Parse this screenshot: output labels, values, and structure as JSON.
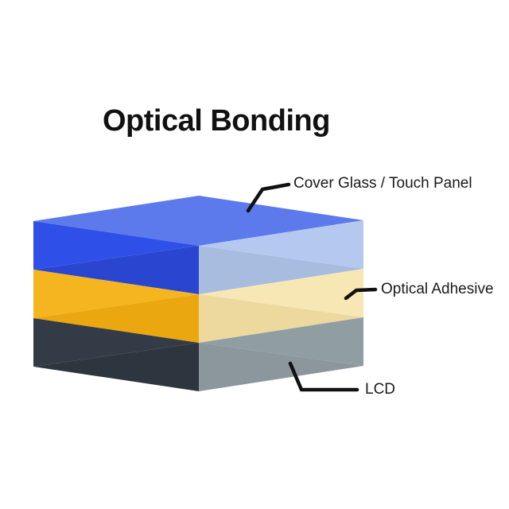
{
  "title": "Optical Bonding",
  "background": "#ffffff",
  "text_color": "#1a1a1a",
  "diagram": {
    "type": "layer-stack",
    "callout_line_color": "#111111",
    "layers": [
      {
        "id": "cover-glass",
        "label": "Cover Glass / Touch Panel",
        "colors": {
          "top": "#5C7AEC",
          "left": "#2E50E8",
          "left_shade": "#2A46D0",
          "right": "#B5C9F0",
          "right_shade": "#A8BCE0"
        }
      },
      {
        "id": "optical-adhesive",
        "label": "Optical Adhesive",
        "colors": {
          "left": "#F4B51E",
          "left_shade": "#EAA70F",
          "right": "#F7E7B4",
          "right_shade": "#EDD89E"
        }
      },
      {
        "id": "lcd",
        "label": "LCD",
        "colors": {
          "left": "#333C46",
          "left_shade": "#2D353E",
          "right": "#909DA3",
          "right_shade": "#8B979D"
        }
      }
    ]
  }
}
